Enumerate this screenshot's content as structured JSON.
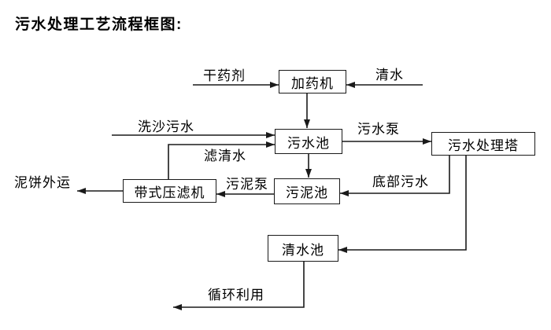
{
  "title": "污水处理工艺流程框图:",
  "colors": {
    "line": "#1a1a1a",
    "text": "#000000",
    "background": "#ffffff"
  },
  "nodes": {
    "dosing_machine": "加药机",
    "sewage_pool": "污水池",
    "treatment_tower": "污水处理塔",
    "sludge_pool": "污泥池",
    "belt_filter_press": "带式压滤机",
    "clean_water_pool": "清水池"
  },
  "flow_labels": {
    "dry_chemical": "干药剂",
    "clean_water": "清水",
    "sand_washing_sewage": "洗沙污水",
    "sewage_pump": "污水泵",
    "filtered_water": "滤清水",
    "sludge_pump": "污泥泵",
    "bottom_sewage": "底部污水",
    "mud_cake_out": "泥饼外运",
    "recycle": "循环利用"
  },
  "edges": [
    {
      "from": "外部",
      "to": "加药机",
      "label": "干药剂"
    },
    {
      "from": "外部",
      "to": "加药机",
      "label": "清水"
    },
    {
      "from": "加药机",
      "to": "污水池",
      "label": ""
    },
    {
      "from": "外部",
      "to": "污水池",
      "label": "洗沙污水"
    },
    {
      "from": "带式压滤机",
      "to": "污水池",
      "label": "滤清水"
    },
    {
      "from": "污水池",
      "to": "污水处理塔",
      "label": "污水泵"
    },
    {
      "from": "污水池",
      "to": "污泥池",
      "label": ""
    },
    {
      "from": "污水处理塔",
      "to": "污泥池",
      "label": "底部污水"
    },
    {
      "from": "污水处理塔",
      "to": "清水池",
      "label": ""
    },
    {
      "from": "污泥池",
      "to": "带式压滤机",
      "label": "污泥泵"
    },
    {
      "from": "带式压滤机",
      "to": "外部",
      "label": "泥饼外运"
    },
    {
      "from": "清水池",
      "to": "外部",
      "label": "循环利用"
    }
  ]
}
